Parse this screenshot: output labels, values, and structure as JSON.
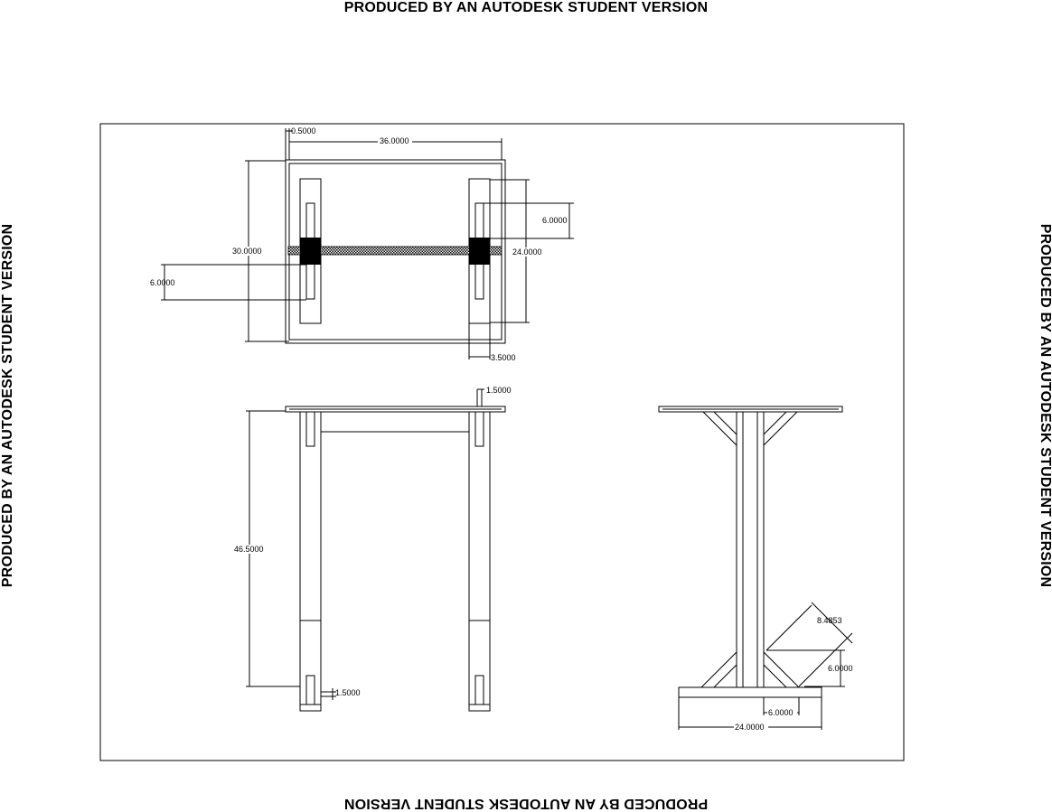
{
  "watermark": {
    "top": "PRODUCED BY AN AUTODESK STUDENT VERSION",
    "bottom": "PRODUCED BY AN AUTODESK STUDENT VERSION",
    "left": "PRODUCED BY AN AUTODESK STUDENT VERSION",
    "right": "PRODUCED BY AN AUTODESK STUDENT VERSION"
  },
  "top_view": {
    "dims": {
      "offset": "0.5000",
      "width": "36.0000",
      "depth": "30.0000",
      "leg_spacing": "24.0000",
      "slot_right": "6.0000",
      "slot_left": "6.0000",
      "leg_width": "3.5000"
    }
  },
  "front_view": {
    "dims": {
      "top_thickness": "1.5000",
      "height": "46.5000",
      "foot_thickness": "1.5000"
    }
  },
  "side_view": {
    "dims": {
      "brace_length": "8.4853",
      "brace_height": "6.0000",
      "brace_run": "6.0000",
      "base_width": "24.0000"
    }
  }
}
